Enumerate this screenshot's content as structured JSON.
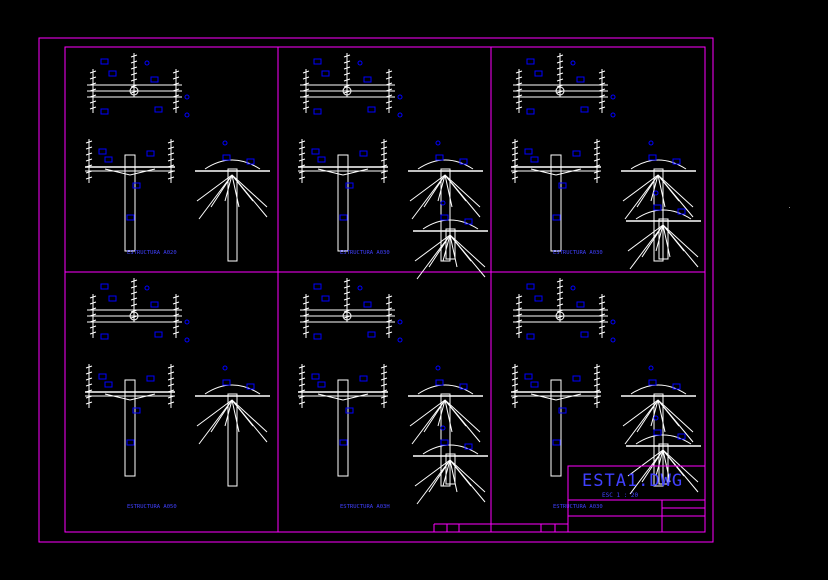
{
  "drawing": {
    "title_block": {
      "file_name": "ESTA1.DWG",
      "scale_text": "ESC   1 : 20"
    },
    "panels": [
      {
        "caption": "ESTRUCTURA A020"
      },
      {
        "caption": "ESTRUCTURA A030"
      },
      {
        "caption": "ESTRUCTURA A030"
      },
      {
        "caption": "ESTRUCTURA A050"
      },
      {
        "caption": "ESTRUCTURA A03H"
      },
      {
        "caption": "ESTRUCTURA A030"
      }
    ]
  },
  "colors": {
    "background": "#000000",
    "frame": "#ff00ff",
    "linework": "#ffffff",
    "tags": "#0000ff",
    "caption_text": "#4040ff"
  }
}
